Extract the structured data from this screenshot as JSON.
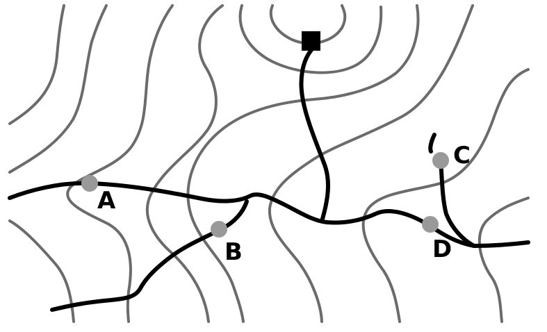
{
  "map": {
    "points": [
      {
        "id": "A",
        "label": "A"
      },
      {
        "id": "B",
        "label": "B"
      },
      {
        "id": "C",
        "label": "C"
      },
      {
        "id": "D",
        "label": "D"
      }
    ],
    "source_marker": "filled-square",
    "colors": {
      "contour": "#6b6b6b",
      "river": "#000000",
      "point": "#999999",
      "background": "#ffffff"
    }
  }
}
